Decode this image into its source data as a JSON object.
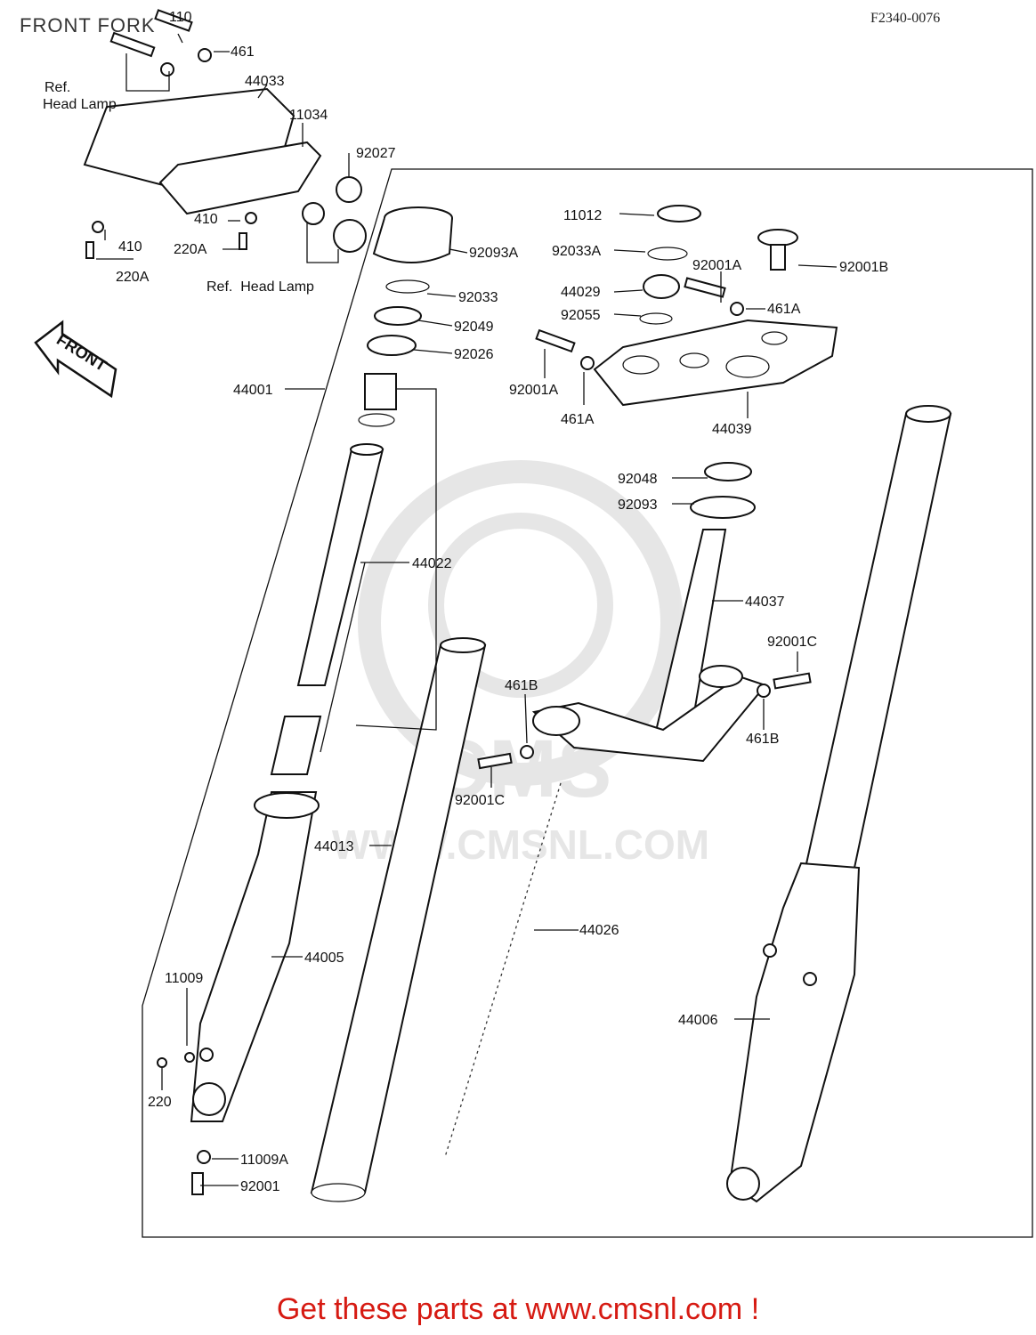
{
  "header": {
    "title": "FRONT FORK",
    "code": "F2340-0076"
  },
  "watermark": {
    "brand": "CMS",
    "url": "WWW.CMSNL.COM"
  },
  "callouts": {
    "p110": "110",
    "p461": "461",
    "p44033": "44033",
    "ref_head_lamp_1": "Ref.",
    "ref_head_lamp_2": "Head Lamp",
    "p11034": "11034",
    "p92027": "92027",
    "p410a": "410",
    "p410b": "410",
    "p220A_a": "220A",
    "p220A_b": "220A",
    "ref_head_lamp_3": "Ref.  Head Lamp",
    "front_arrow": "FRONT",
    "p11012": "11012",
    "p92093A": "92093A",
    "p92033A": "92033A",
    "p92001A_a": "92001A",
    "p92001B": "92001B",
    "p92033": "92033",
    "p44029": "44029",
    "p461A_a": "461A",
    "p92049": "92049",
    "p92055": "92055",
    "p92026": "92026",
    "p44001": "44001",
    "p92001A_b": "92001A",
    "p461A_b": "461A",
    "p44039": "44039",
    "p92048": "92048",
    "p92093": "92093",
    "p44022": "44022",
    "p44037": "44037",
    "p92001C_a": "92001C",
    "p461B_a": "461B",
    "p461B_b": "461B",
    "p92001C_b": "92001C",
    "p44013": "44013",
    "p44026": "44026",
    "p44005": "44005",
    "p11009": "11009",
    "p44006": "44006",
    "p220": "220",
    "p11009A": "11009A",
    "p92001": "92001"
  },
  "footer": {
    "banner": "Get these parts at www.cmsnl.com !"
  }
}
